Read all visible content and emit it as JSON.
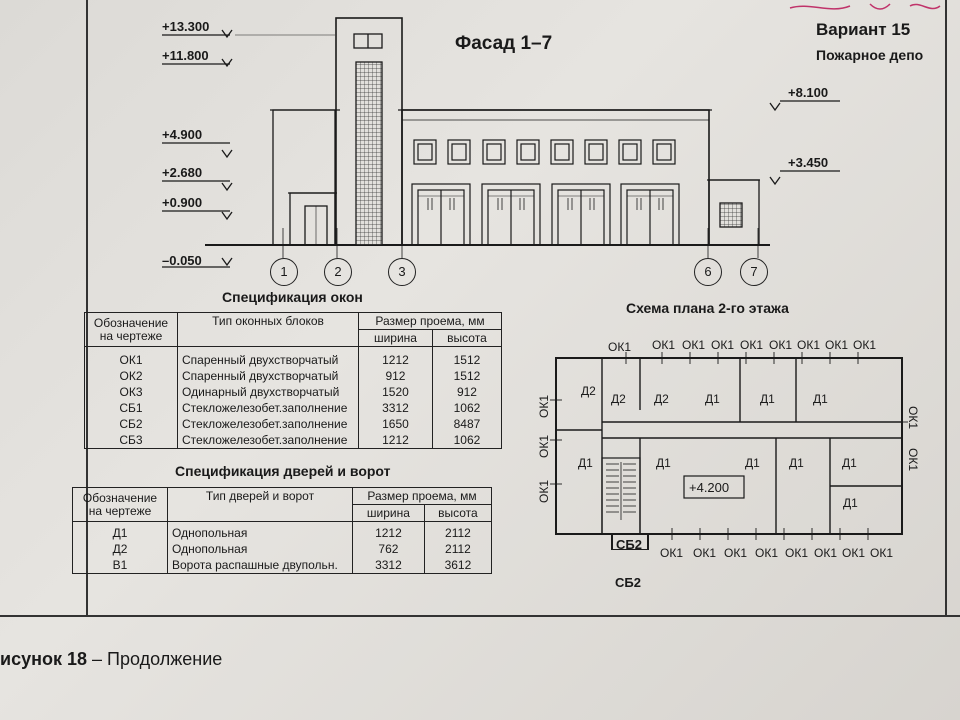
{
  "header": {
    "facade_title": "Фасад 1–7",
    "variant": "Вариант 15",
    "building": "Пожарное депо"
  },
  "levels_left": [
    "+13.300",
    "+11.800",
    "+4.900",
    "+2.680",
    "+0.900",
    "–0.050"
  ],
  "levels_right": [
    "+8.100",
    "+3.450"
  ],
  "axes": [
    "1",
    "2",
    "3",
    "6",
    "7"
  ],
  "windows_spec": {
    "title": "Спецификация окон",
    "headers": {
      "mark": "Обозначение на чертеже",
      "type": "Тип оконных блоков",
      "size": "Размер проема, мм",
      "width": "ширина",
      "height": "высота"
    },
    "rows": [
      {
        "mark": "ОК1",
        "type": "Спаренный двухстворчатый",
        "w": "1212",
        "h": "1512"
      },
      {
        "mark": "ОК2",
        "type": "Спаренный двухстворчатый",
        "w": "912",
        "h": "1512"
      },
      {
        "mark": "ОК3",
        "type": "Одинарный двухстворчатый",
        "w": "1520",
        "h": "912"
      },
      {
        "mark": "СБ1",
        "type": "Стекложелезобет.заполнение",
        "w": "3312",
        "h": "1062"
      },
      {
        "mark": "СБ2",
        "type": "Стекложелезобет.заполнение",
        "w": "1650",
        "h": "8487"
      },
      {
        "mark": "СБ3",
        "type": "Стекложелезобет.заполнение",
        "w": "1212",
        "h": "1062"
      }
    ]
  },
  "doors_spec": {
    "title": "Спецификация дверей и ворот",
    "headers": {
      "mark": "Обозначение на чертеже",
      "type": "Тип дверей и ворот",
      "size": "Размер проема, мм",
      "width": "ширина",
      "height": "высота"
    },
    "rows": [
      {
        "mark": "Д1",
        "type": "Однопольная",
        "w": "1212",
        "h": "2112"
      },
      {
        "mark": "Д2",
        "type": "Однопольная",
        "w": "762",
        "h": "2112"
      },
      {
        "mark": "В1",
        "type": "Ворота распашные двупольн.",
        "w": "3312",
        "h": "3612"
      }
    ]
  },
  "plan": {
    "title": "Схема плана 2-го этажа",
    "level": "+4.200",
    "ok": "ОК1",
    "d1": "Д1",
    "d2": "Д2",
    "sb2": "СБ2"
  },
  "caption": {
    "prefix": "исунок 18",
    "suffix": "– Продолжение"
  }
}
